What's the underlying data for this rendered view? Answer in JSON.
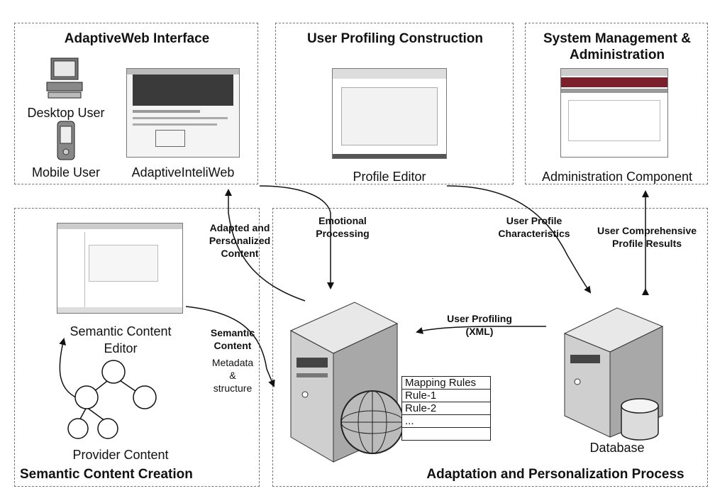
{
  "panels": {
    "interface_title": "AdaptiveWeb Interface",
    "profiling_title": "User Profiling Construction",
    "admin_title_line1": "System Management &",
    "admin_title_line2": "Administration",
    "semantic_title": "Semantic Content Creation",
    "adaptation_title": "Adaptation and Personalization Process"
  },
  "labels": {
    "desktop_user": "Desktop User",
    "mobile_user": "Mobile User",
    "adaptive_inteliweb": "AdaptiveInteliWeb",
    "profile_editor": "Profile Editor",
    "administration_component": "Administration Component",
    "semantic_editor_line1": "Semantic Content",
    "semantic_editor_line2": "Editor",
    "provider_content": "Provider Content",
    "database": "Database"
  },
  "flows": {
    "emotional_line1": "Emotional",
    "emotional_line2": "Processing",
    "adapted_line1": "Adapted and",
    "adapted_line2": "Personalized",
    "adapted_line3": "Content",
    "profile_chars_line1": "User Profile",
    "profile_chars_line2": "Characteristics",
    "comprehensive_line1": "User Comprehensive",
    "comprehensive_line2": "Profile Results",
    "profiling_xml_line1": "User Profiling",
    "profiling_xml_line2": "(XML)",
    "semantic_content_line1": "Semantic",
    "semantic_content_line2": "Content",
    "metadata_line1": "Metadata",
    "metadata_line2": "&",
    "metadata_line3": "structure"
  },
  "mapping_table": {
    "rows": [
      "Mapping Rules",
      "Rule-1",
      "Rule-2",
      "...",
      ""
    ]
  }
}
